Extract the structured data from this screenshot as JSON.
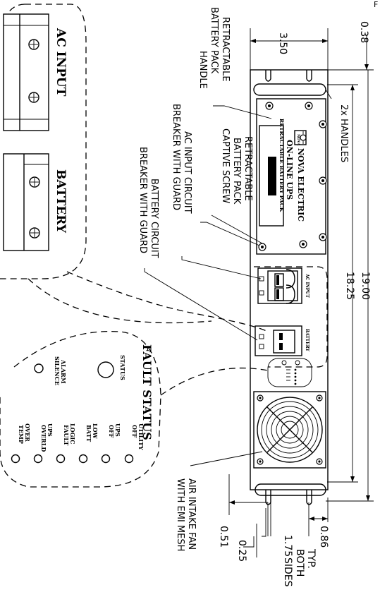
{
  "dimensions": {
    "height_overall": "0.38",
    "width": "3.50",
    "length_overall": "19.00",
    "length_mount": "18.25",
    "slot_offset": "0.86",
    "slot_width": "0.51",
    "slot_edge": "0.25",
    "slot_depth": "1.75",
    "typ": "TYP.",
    "both": "BOTH",
    "sides": "SIDES"
  },
  "callouts": {
    "retractable_handle": [
      "RETRACTABLE",
      "BATTERY PACK",
      "HANDLE"
    ],
    "handles": "2x HANDLES",
    "battery_pack": [
      "RETRACTABLE",
      "BATTERY PACK",
      "CAPTIVE SCREW"
    ],
    "ac_breaker": [
      "AC INPUT CIRCUIT",
      "BREAKER WITH GUARD"
    ],
    "battery_breaker": [
      "BATTERY CIRCUIT",
      "BREAKER WITH GUARD"
    ],
    "air_intake": [
      "AIR INTAKE FAN",
      "WITH EMI MESH"
    ]
  },
  "panel": {
    "brand": "NOVA ELECTRIC",
    "logo": "NOVA",
    "model": "ON-LINE UPS",
    "battery_pack_label": "RETRACTABLE BATTERY PACK",
    "ac_label": "AC INPUT",
    "battery_label": "BATTERY"
  },
  "detail_connectors": {
    "ac_input": "AC INPUT",
    "battery": "BATTERY"
  },
  "fault_status": {
    "title": "FAULT STATUS",
    "status": "STATUS",
    "alarm": [
      "ALARM",
      "SILENCE"
    ],
    "leds": [
      [
        "UTILITY",
        "OFF"
      ],
      [
        "UPS",
        "OFF"
      ],
      [
        "LOW",
        "BATT"
      ],
      [
        "LOGIC",
        "FAULT"
      ],
      [
        "UPS",
        "OVERLD"
      ],
      [
        "OVER",
        "TEMP"
      ]
    ]
  },
  "corner_mark": "F"
}
